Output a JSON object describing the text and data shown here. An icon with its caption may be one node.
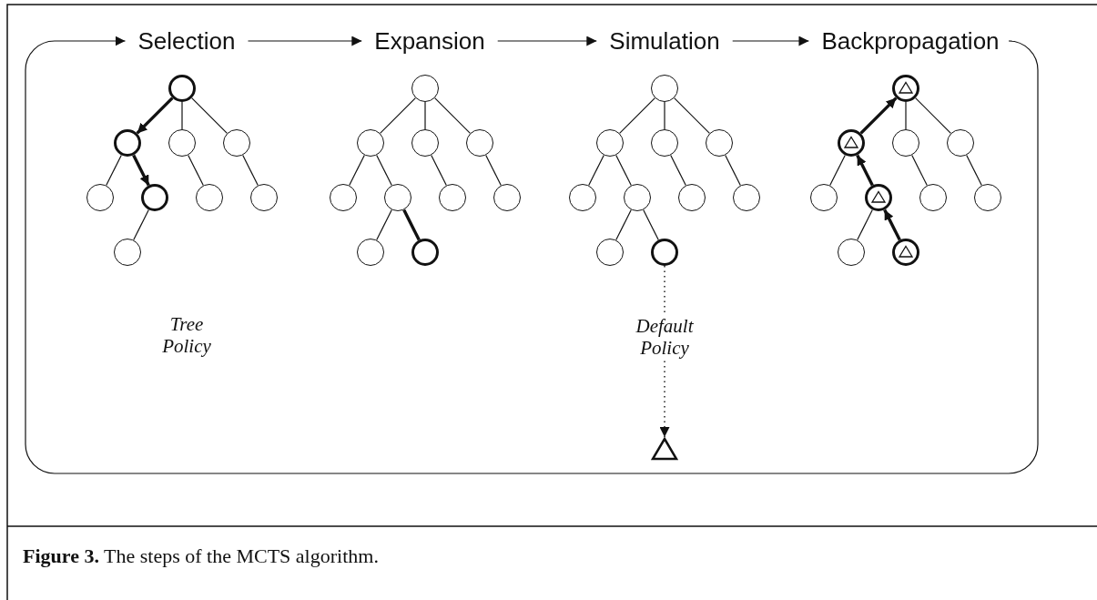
{
  "diagram": {
    "caption": "**Figure 3.** The steps of the MCTS algorithm.",
    "nodes": [
      {
        "text": [
          "Selection"
        ]
      },
      {
        "text": [
          "Expansion"
        ]
      },
      {
        "text": [
          "Simulation"
        ]
      },
      {
        "text": [
          "Backpropagation"
        ]
      },
      {
        "text": [],
        "shape": "circle"
      },
      {
        "text": [],
        "shape": "circle"
      },
      {
        "text": [],
        "shape": "circle"
      },
      {
        "text": [],
        "shape": "circle"
      },
      {
        "text": [],
        "shape": "circle"
      },
      {
        "text": [],
        "shape": "circle"
      },
      {
        "text": [],
        "shape": "circle"
      },
      {
        "text": [],
        "shape": "circle"
      },
      {
        "text": [],
        "shape": "circle"
      },
      {
        "text": [],
        "shape": "circle"
      },
      {
        "text": [],
        "shape": "circle"
      },
      {
        "text": [],
        "shape": "circle"
      },
      {
        "text": [],
        "shape": "circle"
      },
      {
        "text": [],
        "shape": "circle"
      },
      {
        "text": [],
        "shape": "circle"
      },
      {
        "text": [],
        "shape": "circle"
      },
      {
        "text": [],
        "shape": "circle"
      },
      {
        "text": [],
        "shape": "circle"
      },
      {
        "text": [],
        "shape": "circle"
      },
      {
        "text": [],
        "shape": "circle"
      },
      {
        "text": [],
        "shape": "circle"
      },
      {
        "text": [],
        "shape": "circle"
      },
      {
        "text": [],
        "shape": "circle"
      },
      {
        "text": [],
        "shape": "circle"
      },
      {
        "text": [],
        "shape": "circle"
      },
      {
        "text": [],
        "shape": "circle"
      },
      {
        "text": [],
        "shape": "circle"
      },
      {
        "text": [],
        "shape": "circle"
      },
      {
        "text": [],
        "shape": "circle"
      },
      {
        "text": [],
        "shape": "circle"
      },
      {
        "text": [],
        "shape": "circle"
      },
      {
        "text": [],
        "shape": "circle"
      },
      {
        "text": [],
        "shape": "circle"
      },
      {
        "text": [],
        "shape": "circle"
      },
      {
        "text": [],
        "shape": "circle"
      },
      {
        "text": [],
        "shape": "circle"
      },
      {
        "text": [],
        "shape": "circle"
      },
      {
        "text": [],
        "shape": "circle"
      },
      {
        "text": [],
        "shape": "circle"
      },
      {
        "text": [],
        "shape": "triangle"
      }
    ],
    "edges": [
      {
        "from": 0,
        "to": 1,
        "arrow": "to"
      },
      {
        "from": 1,
        "to": 2,
        "arrow": "to"
      },
      {
        "from": 2,
        "to": 3,
        "arrow": "to"
      },
      {
        "from": 3,
        "to": 0,
        "arrow": "to"
      },
      {
        "from": 4,
        "to": 5,
        "arrow": "to",
        "style": "thick"
      },
      {
        "from": 4,
        "to": 6,
        "arrow": "none"
      },
      {
        "from": 4,
        "to": 7,
        "arrow": "none"
      },
      {
        "from": 5,
        "to": 8,
        "arrow": "none"
      },
      {
        "from": 5,
        "to": 9,
        "arrow": "to",
        "style": "thick"
      },
      {
        "from": 6,
        "to": 10,
        "arrow": "none"
      },
      {
        "from": 7,
        "to": 11,
        "arrow": "none"
      },
      {
        "from": 9,
        "to": 12,
        "arrow": "none"
      },
      {
        "from": 13,
        "to": 14,
        "arrow": "none"
      },
      {
        "from": 13,
        "to": 15,
        "arrow": "none"
      },
      {
        "from": 13,
        "to": 16,
        "arrow": "none"
      },
      {
        "from": 14,
        "to": 17,
        "arrow": "none"
      },
      {
        "from": 14,
        "to": 18,
        "arrow": "none"
      },
      {
        "from": 15,
        "to": 19,
        "arrow": "none"
      },
      {
        "from": 16,
        "to": 20,
        "arrow": "none"
      },
      {
        "from": 18,
        "to": 21,
        "arrow": "none"
      },
      {
        "from": 18,
        "to": 22,
        "arrow": "none",
        "style": "thick"
      },
      {
        "from": 23,
        "to": 24,
        "arrow": "none"
      },
      {
        "from": 23,
        "to": 25,
        "arrow": "none"
      },
      {
        "from": 23,
        "to": 26,
        "arrow": "none"
      },
      {
        "from": 24,
        "to": 27,
        "arrow": "none"
      },
      {
        "from": 24,
        "to": 28,
        "arrow": "none"
      },
      {
        "from": 25,
        "to": 29,
        "arrow": "none"
      },
      {
        "from": 26,
        "to": 30,
        "arrow": "none"
      },
      {
        "from": 28,
        "to": 31,
        "arrow": "none"
      },
      {
        "from": 28,
        "to": 32,
        "arrow": "none"
      },
      {
        "from": 34,
        "to": 33,
        "arrow": "to",
        "style": "thick"
      },
      {
        "from": 33,
        "to": 35,
        "arrow": "none"
      },
      {
        "from": 33,
        "to": 36,
        "arrow": "none"
      },
      {
        "from": 34,
        "to": 37,
        "arrow": "none"
      },
      {
        "from": 38,
        "to": 34,
        "arrow": "to",
        "style": "thick"
      },
      {
        "from": 35,
        "to": 39,
        "arrow": "none"
      },
      {
        "from": 36,
        "to": 40,
        "arrow": "none"
      },
      {
        "from": 38,
        "to": 41,
        "arrow": "none"
      },
      {
        "from": 42,
        "to": 38,
        "arrow": "to",
        "style": "thick"
      },
      {
        "from": 32,
        "to": 43,
        "arrow": "to",
        "style": "dashed",
        "label": "Default Policy"
      }
    ],
    "labels": [
      "Tree Policy"
    ]
  }
}
